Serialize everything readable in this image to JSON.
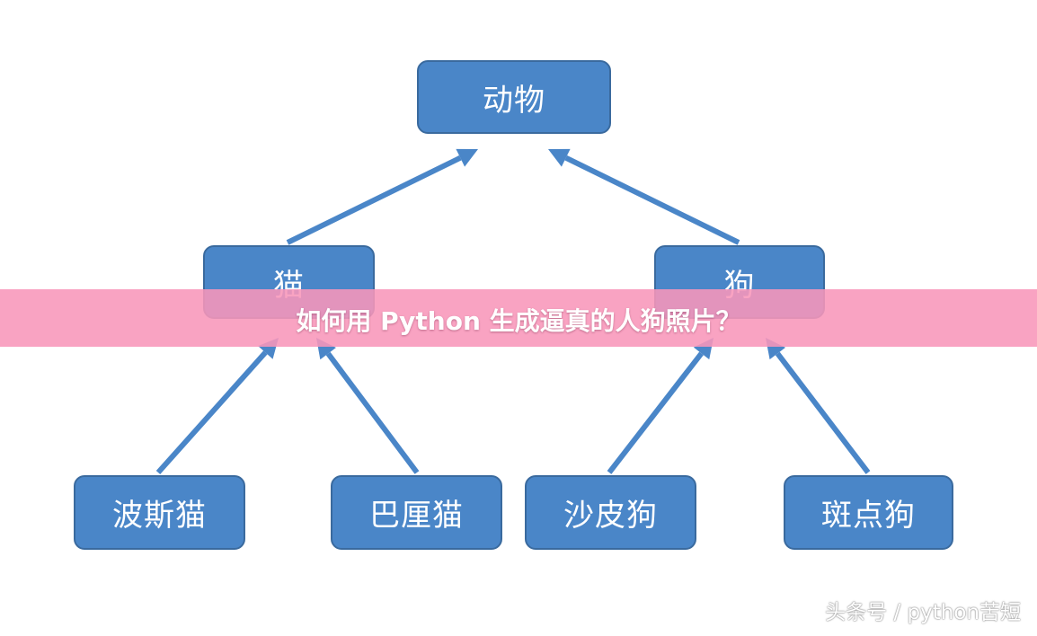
{
  "colors": {
    "node_fill": "#4a86c8",
    "node_border": "#3a6a9e",
    "arrow": "#4a86c8",
    "banner": "#f796b9",
    "text": "#ffffff"
  },
  "nodes": {
    "root": {
      "label": "动物"
    },
    "cat": {
      "label": "猫"
    },
    "dog": {
      "label": "狗"
    },
    "persian": {
      "label": "波斯猫"
    },
    "garfield": {
      "label": "巴厘猫"
    },
    "sharpei": {
      "label": "沙皮狗"
    },
    "dalmatian": {
      "label": "斑点狗"
    }
  },
  "edges": [
    {
      "from": "cat",
      "to": "root"
    },
    {
      "from": "dog",
      "to": "root"
    },
    {
      "from": "persian",
      "to": "cat"
    },
    {
      "from": "garfield",
      "to": "cat"
    },
    {
      "from": "sharpei",
      "to": "dog"
    },
    {
      "from": "dalmatian",
      "to": "dog"
    }
  ],
  "banner": {
    "title": "如何用 Python 生成逼真的人狗照片？"
  },
  "watermark": {
    "text": "头条号 / python苦短"
  }
}
